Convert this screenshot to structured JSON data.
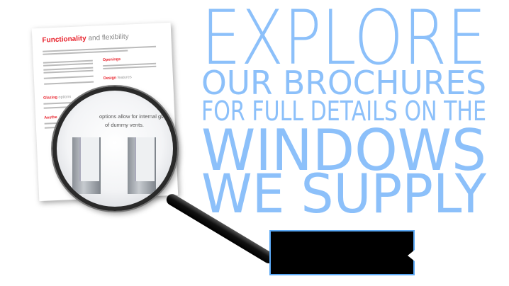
{
  "headline": {
    "lines": [
      "EXPLORE",
      "OUR BROCHURES",
      "FOR FULL DETAILS ON THE",
      "WINDOWS",
      "WE SUPPLY"
    ],
    "color": "#8cc0fa"
  },
  "brochure": {
    "title_bold": "Functionality",
    "title_light": "and flexibility",
    "sections": [
      {
        "bold": "Openings",
        "light": ""
      },
      {
        "bold": "Design",
        "light": "features"
      },
      {
        "bold": "Glazing",
        "light": "options"
      },
      {
        "bold": "Aesthe",
        "light": ""
      }
    ],
    "magnified_text": [
      "options allow for internal glazing",
      "of dummy vents."
    ],
    "accent": "#e8202a"
  },
  "cta_box": {
    "border_color": "#5aa8f5"
  }
}
